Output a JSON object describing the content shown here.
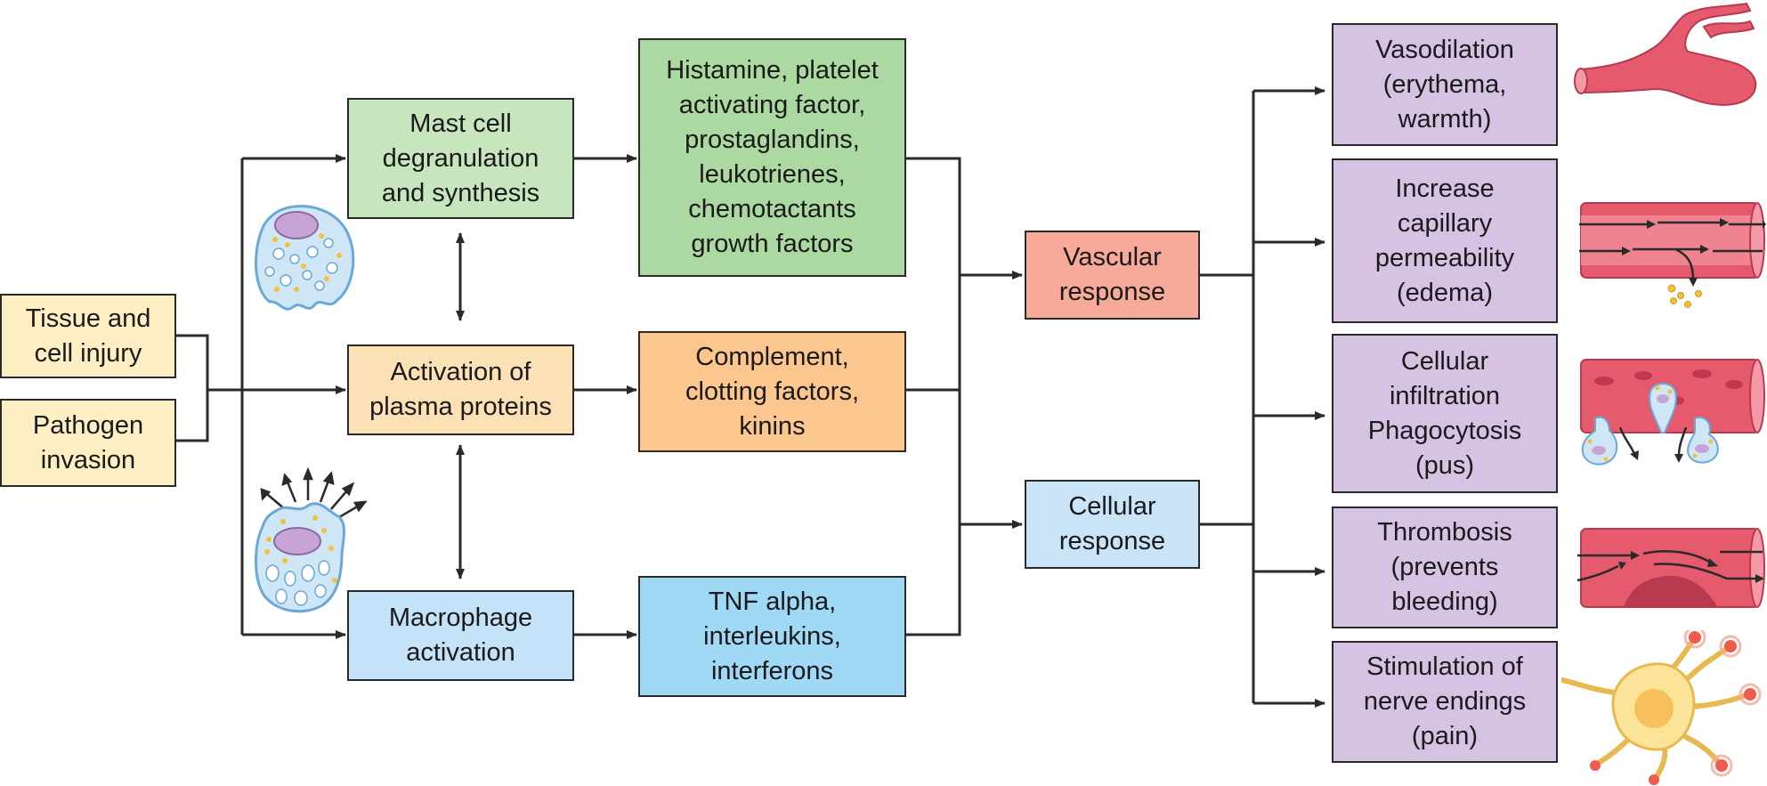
{
  "colors": {
    "line": "#2a2a2a",
    "injury": "#fdefc3",
    "mast_cell": "#c7e6be",
    "mast_mediators": "#acd9a1",
    "plasma_proteins": "#fde1b6",
    "plasma_mediators": "#fcc68f",
    "macrophage": "#c4e3f8",
    "macrophage_mediators": "#a0d9f5",
    "vascular": "#f7a99a",
    "cellular": "#c9e4f7",
    "outcomes": "#d6c2e2",
    "vessel_red": "#e65a6e",
    "cell_blue": "#cfe6f7",
    "granule_yellow": "#f3c23a",
    "nucleus_purple": "#c8a3d6",
    "nerve_yellow": "#fbe39a"
  },
  "triggers": {
    "tissue_injury": "Tissue and\ncell injury",
    "pathogen_invasion": "Pathogen\ninvasion"
  },
  "pathways": {
    "mast_cell": "Mast cell\ndegranulation\nand synthesis",
    "plasma_proteins": "Activation of\nplasma proteins",
    "macrophage": "Macrophage\nactivation"
  },
  "mediators": {
    "mast_cell": "Histamine, platelet\nactivating factor,\nprostaglandins,\nleukotrienes,\nchemotactants\ngrowth factors",
    "plasma_proteins": "Complement,\nclotting factors,\nkinins",
    "macrophage": "TNF alpha,\ninterleukins,\ninterferons"
  },
  "responses": {
    "vascular": "Vascular\nresponse",
    "cellular": "Cellular\nresponse"
  },
  "outcomes": {
    "vasodilation": "Vasodilation\n(erythema,\nwarmth)",
    "permeability": "Increase\ncapillary\npermeability\n(edema)",
    "infiltration": "Cellular\ninfiltration\nPhagocytosis\n(pus)",
    "thrombosis": "Thrombosis\n(prevents\nbleeding)",
    "nerve": "Stimulation of\nnerve endings\n(pain)"
  },
  "illustrations": [
    "mast-cell-icon",
    "macrophage-icon",
    "dilated-vessel-icon",
    "leaky-capillary-icon",
    "leukocyte-migration-icon",
    "thrombus-vessel-icon",
    "nerve-ending-icon"
  ]
}
